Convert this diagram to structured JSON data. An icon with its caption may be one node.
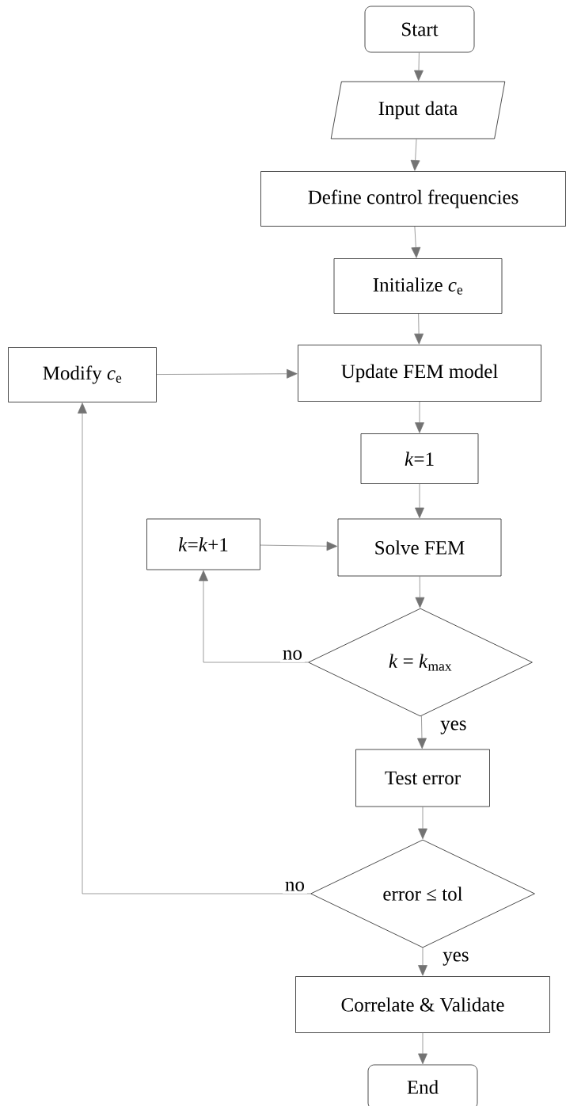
{
  "diagram": {
    "nodes": [
      {
        "text": [
          "Start"
        ]
      },
      {
        "text": [
          "Input data"
        ]
      },
      {
        "text": [
          "Define control frequencies"
        ]
      },
      {
        "text": [
          "Initialize *c*$_{e}$"
        ]
      },
      {
        "text": [
          "Update FEM model"
        ]
      },
      {
        "text": [
          "Modify *c*$_{e}$"
        ]
      },
      {
        "text": [
          "*k*=1"
        ]
      },
      {
        "text": [
          "*k*=*k*+1"
        ]
      },
      {
        "text": [
          "Solve FEM"
        ]
      },
      {
        "text": [
          "*k* = *k*$_{max}$"
        ]
      },
      {
        "text": [
          "Test error"
        ]
      },
      {
        "text": [
          "error ≤ tol"
        ]
      },
      {
        "text": [
          "Correlate & Validate"
        ]
      },
      {
        "text": [
          "End"
        ]
      }
    ],
    "edges": [
      {
        "from": 0,
        "to": 1,
        "arrow": "to"
      },
      {
        "from": 1,
        "to": 2,
        "arrow": "to"
      },
      {
        "from": 2,
        "to": 3,
        "arrow": "to"
      },
      {
        "from": 3,
        "to": 4,
        "arrow": "to"
      },
      {
        "from": 4,
        "to": 6,
        "arrow": "to"
      },
      {
        "from": 6,
        "to": 8,
        "arrow": "to"
      },
      {
        "from": 8,
        "to": 9,
        "arrow": "to"
      },
      {
        "from": 9,
        "to": 7,
        "arrow": "to",
        "label": "no"
      },
      {
        "from": 7,
        "to": 8,
        "arrow": "to"
      },
      {
        "from": 9,
        "to": 10,
        "arrow": "to",
        "label": "yes"
      },
      {
        "from": 10,
        "to": 11,
        "arrow": "to"
      },
      {
        "from": 11,
        "to": 5,
        "arrow": "to",
        "label": "no"
      },
      {
        "from": 5,
        "to": 4,
        "arrow": "to"
      },
      {
        "from": 11,
        "to": 12,
        "arrow": "to",
        "label": "yes"
      },
      {
        "from": 12,
        "to": 13,
        "arrow": "to"
      }
    ]
  }
}
